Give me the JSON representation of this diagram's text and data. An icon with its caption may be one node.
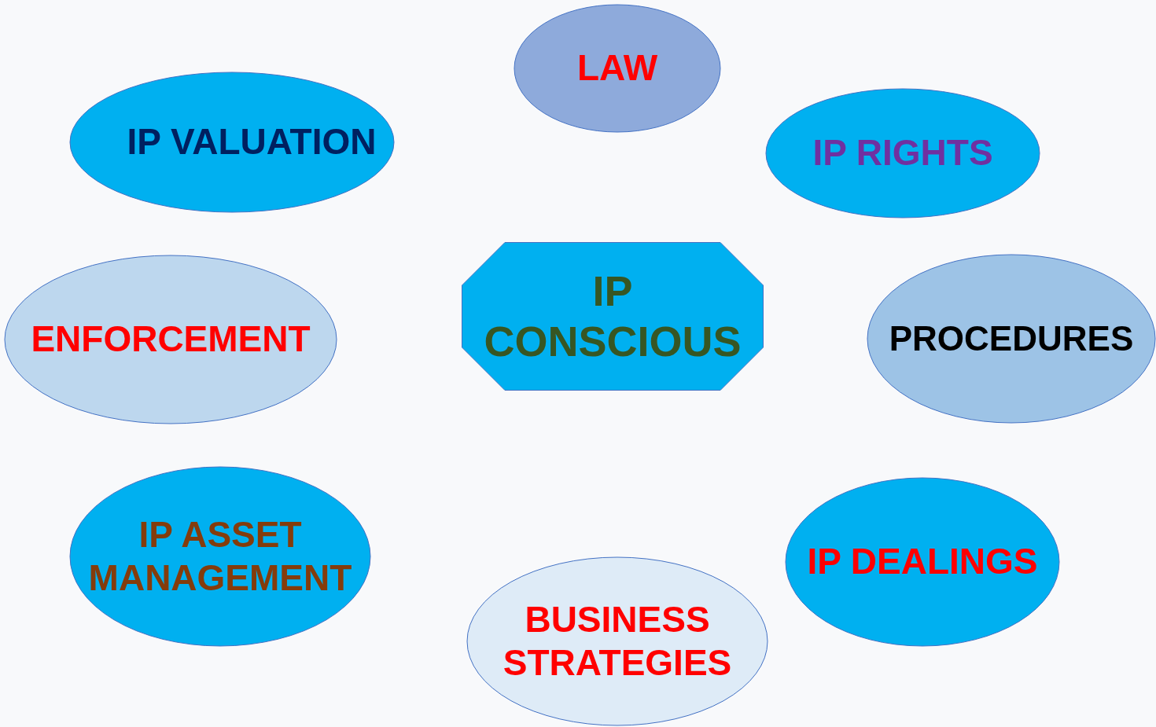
{
  "diagram": {
    "nodes": [
      {
        "text": [
          "LAW"
        ]
      },
      {
        "text": [
          "IP VALUATION"
        ]
      },
      {
        "text": [
          "IP RIGHTS"
        ]
      },
      {
        "text": [
          "ENFORCEMENT"
        ]
      },
      {
        "text": [
          "IP CONSCIOUS"
        ]
      },
      {
        "text": [
          "PROCEDURES"
        ]
      },
      {
        "text": [
          "IP ASSET MANAGEMENT"
        ]
      },
      {
        "text": [
          "IP DEALINGS"
        ]
      },
      {
        "text": [
          "BUSINESS STRATEGIES"
        ]
      }
    ]
  }
}
